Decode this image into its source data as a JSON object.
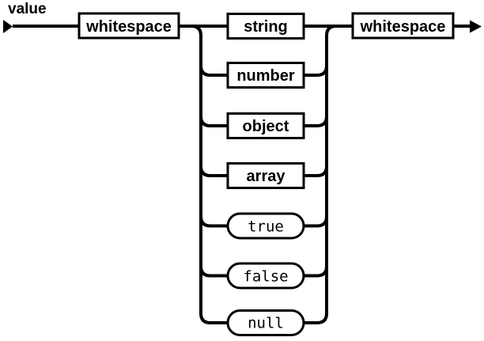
{
  "diagram": {
    "title": "value",
    "type": "railroad-syntax-diagram",
    "rule_name": "value",
    "colors": {
      "line": "#000000",
      "background": "#ffffff",
      "node_fill": "#ffffff",
      "text": "#000000"
    },
    "entry_node": {
      "label": "whitespace",
      "kind": "nonterminal",
      "shape": "rect"
    },
    "exit_node": {
      "label": "whitespace",
      "kind": "nonterminal",
      "shape": "rect"
    },
    "branches": [
      {
        "label": "string",
        "kind": "nonterminal",
        "shape": "rect"
      },
      {
        "label": "number",
        "kind": "nonterminal",
        "shape": "rect"
      },
      {
        "label": "object",
        "kind": "nonterminal",
        "shape": "rect"
      },
      {
        "label": "array",
        "kind": "nonterminal",
        "shape": "rect"
      },
      {
        "label": "true",
        "kind": "terminal",
        "shape": "stadium"
      },
      {
        "label": "false",
        "kind": "terminal",
        "shape": "stadium"
      },
      {
        "label": "null",
        "kind": "terminal",
        "shape": "stadium"
      }
    ]
  }
}
